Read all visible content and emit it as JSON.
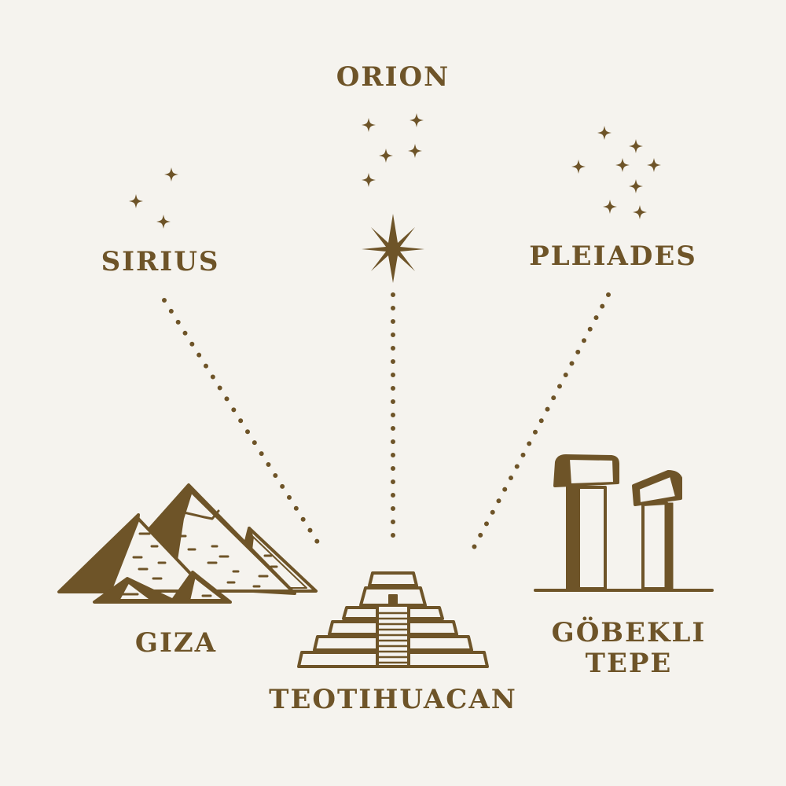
{
  "colors": {
    "ink": "#6e5428",
    "background": "#f5f3ee"
  },
  "stars": {
    "sirius": {
      "label": "SIRIUS"
    },
    "orion": {
      "label": "ORION"
    },
    "pleiades": {
      "label": "PLEIADES"
    }
  },
  "sites": {
    "giza": {
      "label": "GIZA"
    },
    "teotihuacan": {
      "label": "TEOTIHUACAN"
    },
    "gobekli": {
      "label_line1": "GÖBEKLI",
      "label_line2": "TEPE"
    }
  },
  "connections": [
    {
      "from": "SIRIUS",
      "to": "GIZA"
    },
    {
      "from": "ORION",
      "to": "TEOTIHUACAN"
    },
    {
      "from": "PLEIADES",
      "to": "GÖBEKLI TEPE"
    }
  ]
}
